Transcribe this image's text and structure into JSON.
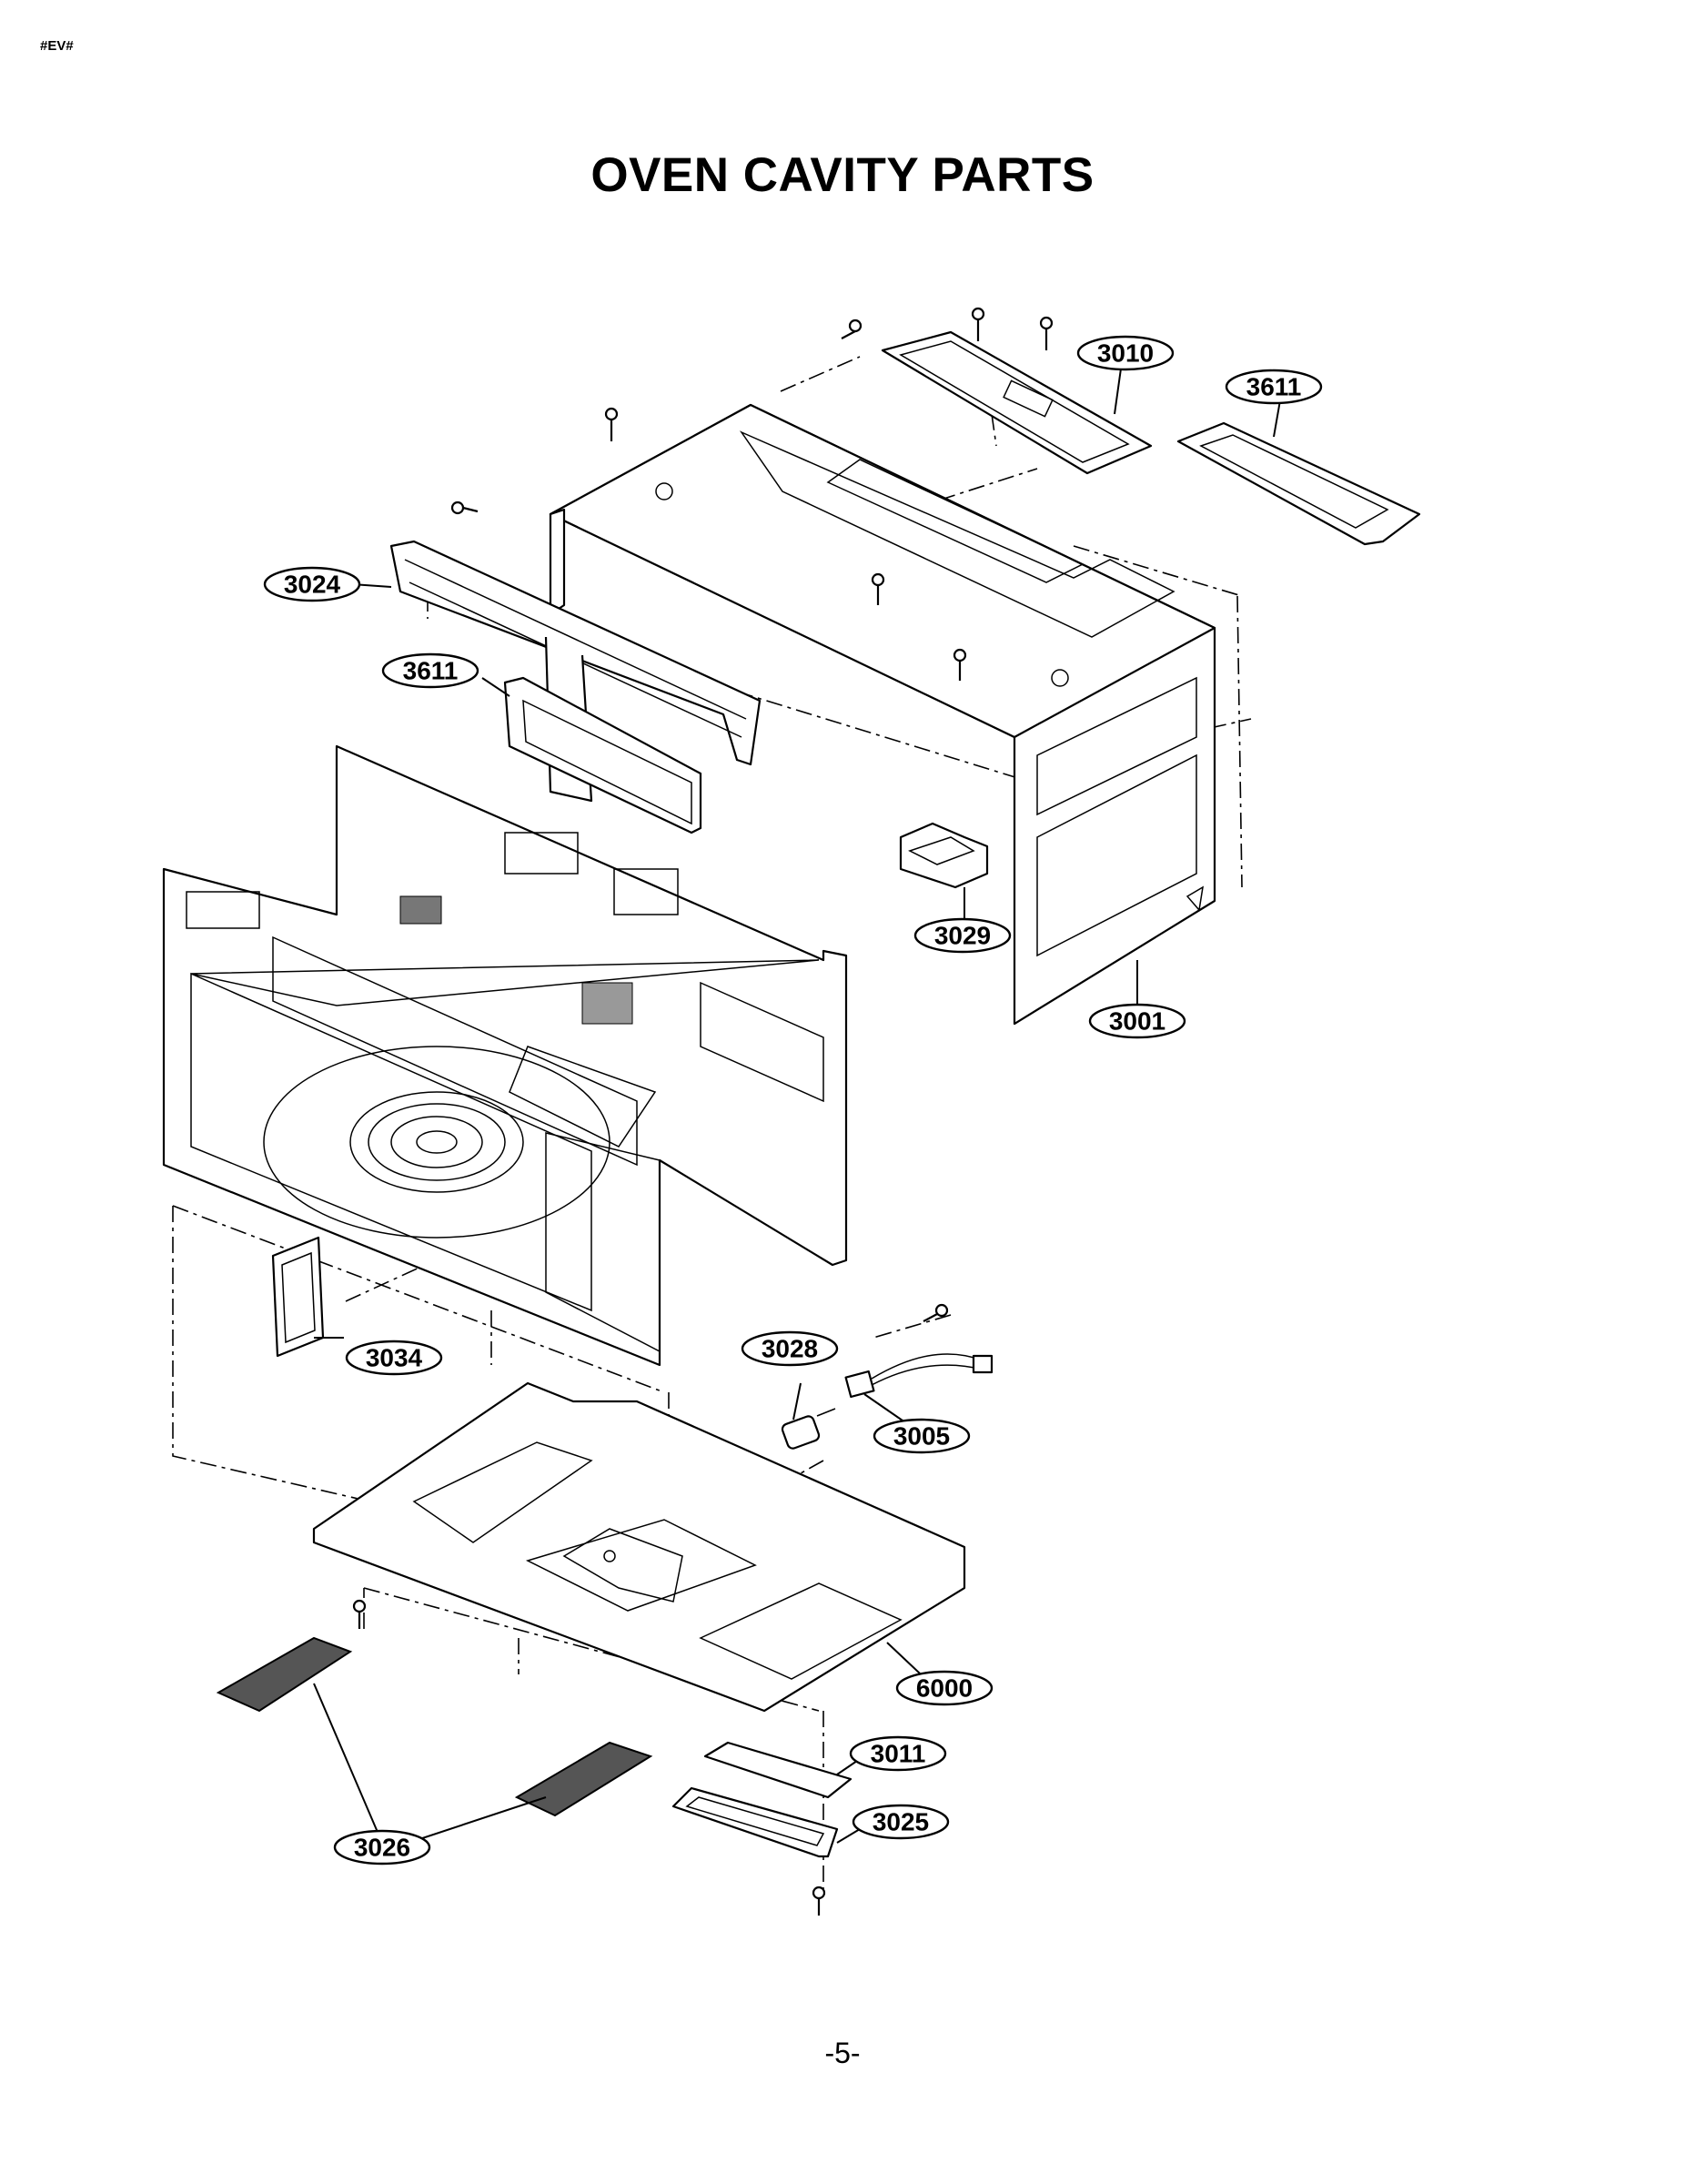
{
  "header": {
    "tag": "#EV#",
    "title": "OVEN CAVITY PARTS"
  },
  "footer": {
    "page_number": "-5-"
  },
  "callouts": {
    "c3010": "3010",
    "c3611_top": "3611",
    "c3024": "3024",
    "c3611_mid": "3611",
    "c3029": "3029",
    "c3001": "3001",
    "c3034": "3034",
    "c3028": "3028",
    "c3005": "3005",
    "c6000": "6000",
    "c3011": "3011",
    "c3025": "3025",
    "c3026": "3026"
  }
}
